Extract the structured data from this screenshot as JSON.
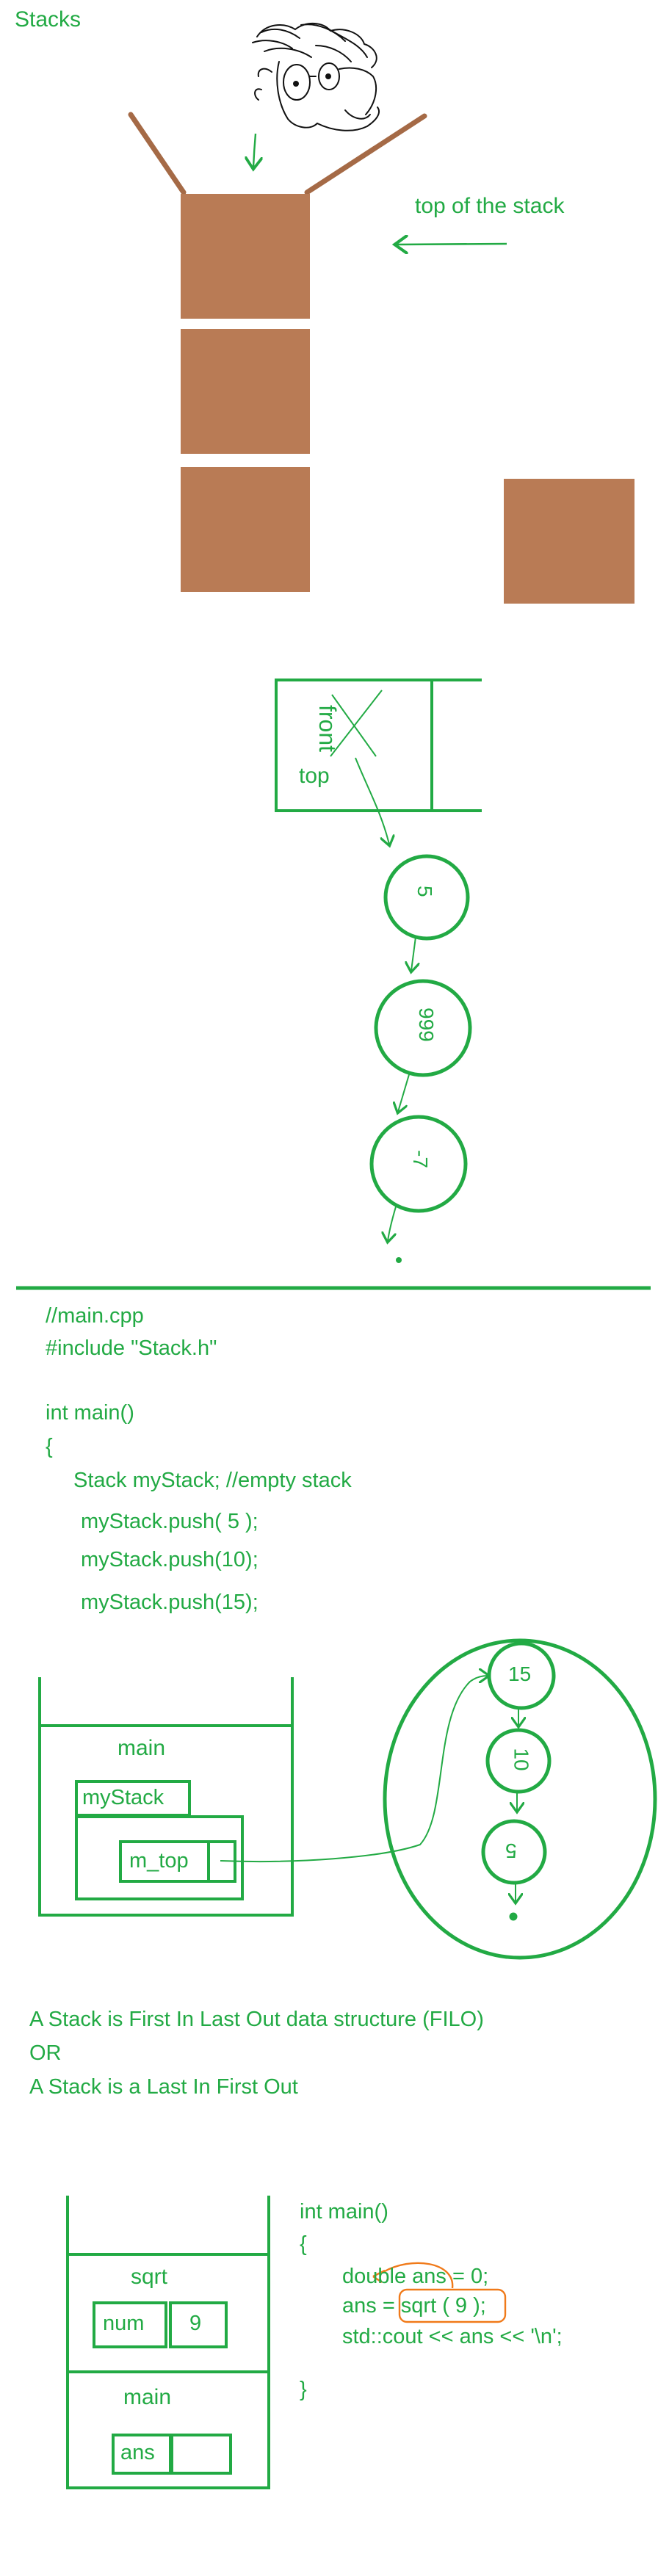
{
  "title": "Stacks",
  "part1": {
    "top_of_stack_label": "top of the stack"
  },
  "part2": {
    "crossed_label": "front",
    "top_label": "top",
    "nodes": [
      "5",
      "999",
      "-7"
    ]
  },
  "part3": {
    "code": [
      "//main.cpp",
      "#include \"Stack.h\"",
      "int main()",
      "{",
      "Stack myStack; //empty stack",
      "myStack.push( 5 );",
      "myStack.push(10);",
      "myStack.push(15);"
    ],
    "frame_label": "main",
    "var_label": "myStack",
    "member_label": "m_top",
    "heap_nodes": [
      "15",
      "10",
      "5"
    ]
  },
  "definition": {
    "line1": "A Stack is First In Last Out data structure (FILO)",
    "line2": "OR",
    "line3": "A Stack is a Last In First Out"
  },
  "part4": {
    "frame_sqrt": "sqrt",
    "param_name": "num",
    "param_value": "9",
    "frame_main": "main",
    "local_name": "ans",
    "code": [
      "int main()",
      "{",
      "double ans = 0;",
      "ans = sqrt ( 9 );",
      "std::cout << ans << '\\n';",
      "}"
    ]
  },
  "colors": {
    "ink": "#22aa44",
    "box": "#b97b55",
    "orange": "#f07a1a",
    "black": "#111111"
  }
}
